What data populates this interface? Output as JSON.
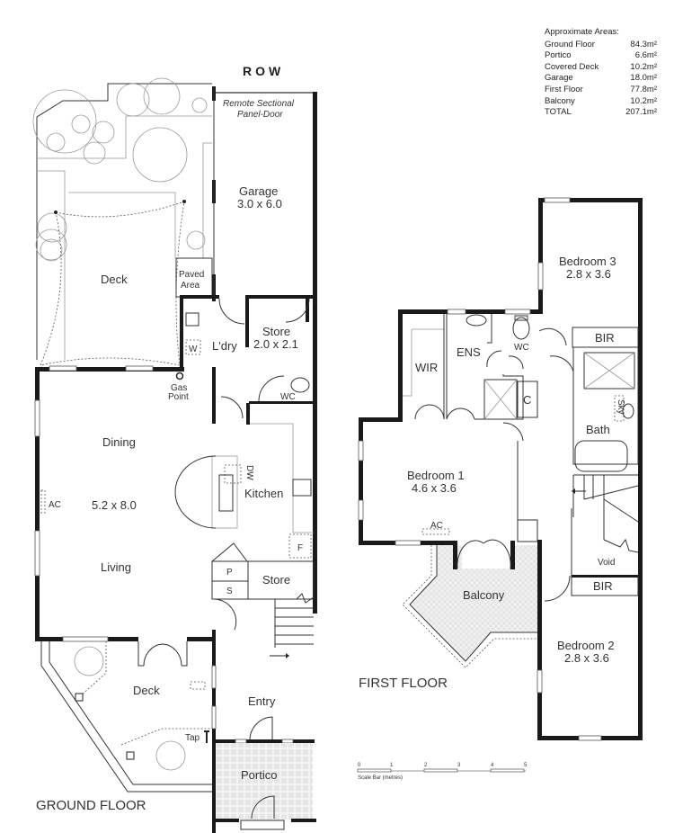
{
  "areas_table": {
    "heading": "Approximate Areas:",
    "rows": [
      {
        "label": "Ground Floor",
        "value": "84.3m²"
      },
      {
        "label": "Portico",
        "value": "6.6m²"
      },
      {
        "label": "Covered Deck",
        "value": "10.2m²"
      },
      {
        "label": "Garage",
        "value": "18.0m²"
      },
      {
        "label": "First Floor",
        "value": "77.8m²"
      },
      {
        "label": "Balcony",
        "value": "10.2m²"
      },
      {
        "label": "TOTAL",
        "value": "207.1m²"
      }
    ]
  },
  "ground_floor": {
    "title": "GROUND FLOOR",
    "street_label": "ROW",
    "garage_door_label_1": "Remote Sectional",
    "garage_door_label_2": "Panel-Door",
    "rooms": {
      "garage": {
        "name": "Garage",
        "size": "3.0 x 6.0"
      },
      "deck_rear": {
        "name": "Deck"
      },
      "paved_area_1": "Paved",
      "paved_area_2": "Area",
      "laundry": {
        "name": "L'dry"
      },
      "washer": "W",
      "store_rear": {
        "name": "Store",
        "size": "2.0 x 2.1"
      },
      "wc": "WC",
      "gas_point_1": "Gas",
      "gas_point_2": "Point",
      "dining": {
        "name": "Dining"
      },
      "living_size": "5.2 x 8.0",
      "living": {
        "name": "Living"
      },
      "ac": "AC",
      "kitchen": {
        "name": "Kitchen"
      },
      "dishwasher": "DW",
      "fridge": "F",
      "pantry": "P",
      "storage": "S",
      "store_front": {
        "name": "Store"
      },
      "deck_front": {
        "name": "Deck"
      },
      "tap": "Tap",
      "entry": {
        "name": "Entry"
      },
      "portico": {
        "name": "Portico"
      }
    }
  },
  "first_floor": {
    "title": "FIRST FLOOR",
    "rooms": {
      "bedroom3": {
        "name": "Bedroom 3",
        "size": "2.8 x 3.6"
      },
      "bir_top": "BIR",
      "ens": "ENS",
      "wc": "WC",
      "wir": "WIR",
      "linen": "C",
      "bath": "Bath",
      "sky": "Sky",
      "bedroom1": {
        "name": "Bedroom 1",
        "size": "4.6 x 3.6"
      },
      "ac": "AC",
      "void": "Void",
      "bir_bottom": "BIR",
      "balcony": {
        "name": "Balcony"
      },
      "bedroom2": {
        "name": "Bedroom 2",
        "size": "2.8 x 3.6"
      }
    }
  },
  "scale_bar": {
    "ticks": [
      "0",
      "1",
      "2",
      "3",
      "4",
      "5"
    ],
    "caption": "Scale Bar (metres)"
  }
}
